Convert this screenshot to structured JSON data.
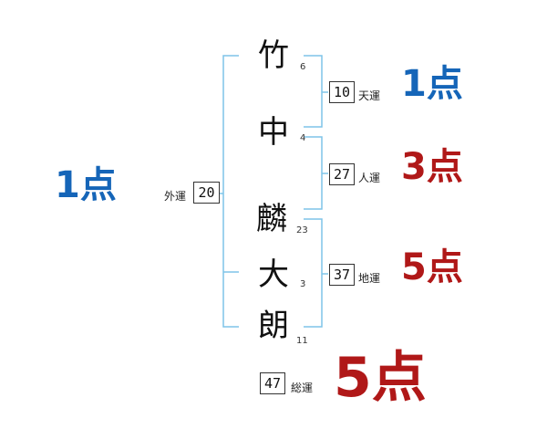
{
  "name_chars": [
    {
      "char": "竹",
      "strokes": "6"
    },
    {
      "char": "中",
      "strokes": "4"
    },
    {
      "char": "麟",
      "strokes": "23"
    },
    {
      "char": "大",
      "strokes": "3"
    },
    {
      "char": "朗",
      "strokes": "11"
    }
  ],
  "fortunes": {
    "gaiun": {
      "label": "外運",
      "value": "20",
      "score": "1点"
    },
    "tenun": {
      "label": "天運",
      "value": "10",
      "score": "1点"
    },
    "jinun": {
      "label": "人運",
      "value": "27",
      "score": "3点"
    },
    "chiun": {
      "label": "地運",
      "value": "37",
      "score": "5点"
    },
    "souun": {
      "label": "総運",
      "value": "47",
      "score": "5点"
    }
  },
  "colors": {
    "bracket": "#7ec4e8",
    "score_blue": "#1565b8",
    "score_red": "#b01818"
  }
}
